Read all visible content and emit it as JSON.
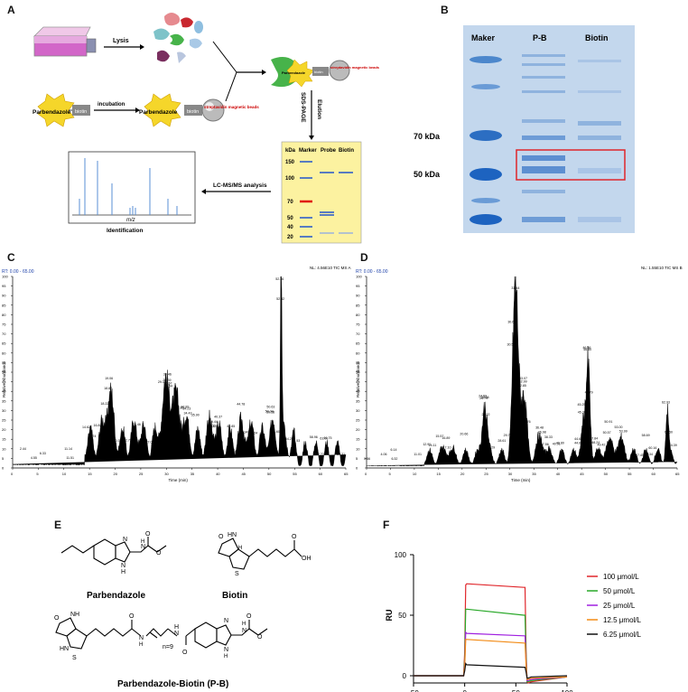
{
  "letters": {
    "a": "A",
    "b": "B",
    "c": "C",
    "d": "D",
    "e": "E",
    "f": "F"
  },
  "panel_a": {
    "lysis": "Lysis",
    "parbendazole": "Parbendazole",
    "biotin": "biotin",
    "incubation": "incubation",
    "streptavidin": "streptavidin magnetic beads",
    "elution": "Elution",
    "sds_page": "SDS-PAGE",
    "lcms": "LC-MS/MS analysis",
    "mz": "m/z",
    "identification": "Identification",
    "gel_headers": [
      "kDa",
      "Marker",
      "Probe",
      "Biotin"
    ],
    "gel_kda": [
      "150",
      "100",
      "70",
      "50",
      "40",
      "20"
    ]
  },
  "panel_b": {
    "lanes": [
      "Maker",
      "P-B",
      "Biotin"
    ],
    "labels": [
      "70 kDa",
      "50 kDa"
    ],
    "highlight_color": "#e0262b"
  },
  "panel_c": {
    "header": "RT: 0.00 - 65.00",
    "nl": "NL: 4.56E10 TIC MS A",
    "ylabel": "Relative Abundance",
    "xlabel": "Time (min)",
    "peaks": [
      "52.36",
      "30.57",
      "30.46",
      "30.39",
      "30.64",
      "32.85",
      "33.89",
      "34.23",
      "34.43",
      "18.87",
      "19.06",
      "18.22",
      "15.74",
      "16.82",
      "14.62",
      "20.73",
      "22.71",
      "24.46",
      "27.04",
      "29.39",
      "35.90",
      "39.02",
      "39.19",
      "39.44",
      "40.37",
      "42.85",
      "44.78",
      "45.34",
      "47.24",
      "50.34",
      "50.58",
      "50.63",
      "51.60",
      "52.52",
      "54.23",
      "55.53",
      "58.96",
      "60.22",
      "61.75",
      "61.01",
      "64.31",
      "2.44",
      "4.55",
      "6.33",
      "11.14",
      "11.51"
    ],
    "xticks": [
      "0",
      "5",
      "10",
      "15",
      "20",
      "25",
      "30",
      "35",
      "40",
      "45",
      "50",
      "55",
      "60",
      "65"
    ],
    "yticks": [
      "0",
      "5",
      "10",
      "15",
      "20",
      "25",
      "30",
      "35",
      "40",
      "45",
      "50",
      "55",
      "60",
      "65",
      "70",
      "75",
      "80",
      "85",
      "90",
      "95",
      "100"
    ]
  },
  "panel_d": {
    "header": "RT: 0.00 - 65.00",
    "nl": "NL: 1.55E10 TIC MS B",
    "ylabel": "Relative Abundance",
    "xlabel": "Time (min)",
    "peaks": [
      "31.44",
      "30.67",
      "30.52",
      "32.85",
      "32.99",
      "33.07",
      "24.79",
      "24.59",
      "25.06",
      "25.22",
      "28.61",
      "29.79",
      "26.29",
      "46.36",
      "46.50",
      "45.30",
      "46.79",
      "45.25",
      "44.62",
      "44.61",
      "47.84",
      "48.24",
      "49.42",
      "50.91",
      "50.57",
      "53.00",
      "53.99",
      "62.93",
      "63.50",
      "64.39",
      "57.45",
      "60.16",
      "58.69",
      "59.34",
      "36.48",
      "36.98",
      "37.56",
      "38.33",
      "40.01",
      "40.80",
      "33.76",
      "16.89",
      "17.10",
      "15.57",
      "14.11",
      "12.91",
      "11.01",
      "20.66",
      "0.56",
      "4.06",
      "6.14",
      "6.32"
    ],
    "xticks": [
      "0",
      "5",
      "10",
      "15",
      "20",
      "25",
      "30",
      "35",
      "40",
      "45",
      "50",
      "55",
      "60",
      "65"
    ],
    "yticks": [
      "0",
      "5",
      "10",
      "15",
      "20",
      "25",
      "30",
      "35",
      "40",
      "45",
      "50",
      "55",
      "60",
      "65",
      "70",
      "75",
      "80",
      "85",
      "90",
      "95",
      "100"
    ]
  },
  "panel_e": {
    "parbendazole": "Parbendazole",
    "biotin": "Biotin",
    "pb": "Parbendazole-Biotin (P-B)",
    "n9": "n=9"
  },
  "chart_data": {
    "type": "line",
    "xlabel": "Time (s)",
    "ylabel": "RU",
    "xlim": [
      -50,
      100
    ],
    "ylim": [
      0,
      100
    ],
    "xticks": [
      -50,
      0,
      50,
      100
    ],
    "yticks": [
      0,
      50,
      100
    ],
    "x": [
      -50,
      -1,
      0,
      1,
      2,
      58,
      59,
      60,
      61,
      62,
      65,
      100
    ],
    "series": [
      {
        "name": "100 μmol/L",
        "color": "#e0262b",
        "values": [
          0,
          0,
          20,
          75,
          76,
          73,
          73,
          20,
          -5,
          -6,
          -5,
          -1
        ]
      },
      {
        "name": "50 μmol/L",
        "color": "#28a828",
        "values": [
          0,
          0,
          15,
          55,
          55,
          50,
          50,
          15,
          -5,
          -5,
          -4,
          -1
        ]
      },
      {
        "name": "25 μmol/L",
        "color": "#a020e0",
        "values": [
          0,
          0,
          10,
          36,
          35,
          33,
          33,
          10,
          -4,
          -4,
          -3,
          -1
        ]
      },
      {
        "name": "12.5 μmol/L",
        "color": "#f28a14",
        "values": [
          0,
          0,
          8,
          30,
          30,
          27,
          27,
          8,
          -3,
          -3,
          -2,
          -1
        ]
      },
      {
        "name": "6.25 μmol/L",
        "color": "#111111",
        "values": [
          0,
          0,
          4,
          10,
          9,
          7,
          7,
          3,
          -2,
          -2,
          -1,
          0
        ]
      }
    ]
  }
}
